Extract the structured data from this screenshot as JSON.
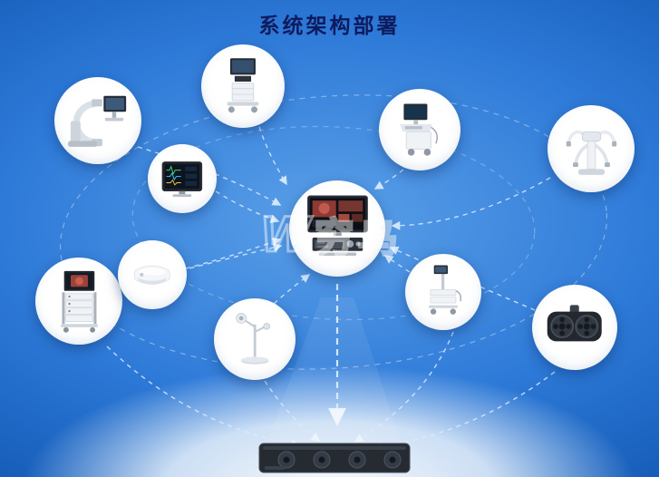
{
  "title": "系统架构部署",
  "watermark": {
    "logo": "W",
    "text": "穷鸟"
  },
  "colors": {
    "bg_deep": "#0f55b0",
    "bg_mid": "#2e7ad8",
    "bg_light": "#5ba0e8",
    "title_color": "#0e1b5e",
    "connector": "#dcecff",
    "node_bg": "#ffffff"
  },
  "nodes": [
    {
      "name": "c-arm-xray-machine"
    },
    {
      "name": "monitor-cart"
    },
    {
      "name": "ultrasound-machine"
    },
    {
      "name": "surgical-robot"
    },
    {
      "name": "patient-monitor"
    },
    {
      "name": "central-endoscopy-hub"
    },
    {
      "name": "endoscopy-tower"
    },
    {
      "name": "headset-device"
    },
    {
      "name": "surgical-light-stand"
    },
    {
      "name": "equipment-cart"
    },
    {
      "name": "surgical-lights"
    },
    {
      "name": "rack-server"
    }
  ]
}
